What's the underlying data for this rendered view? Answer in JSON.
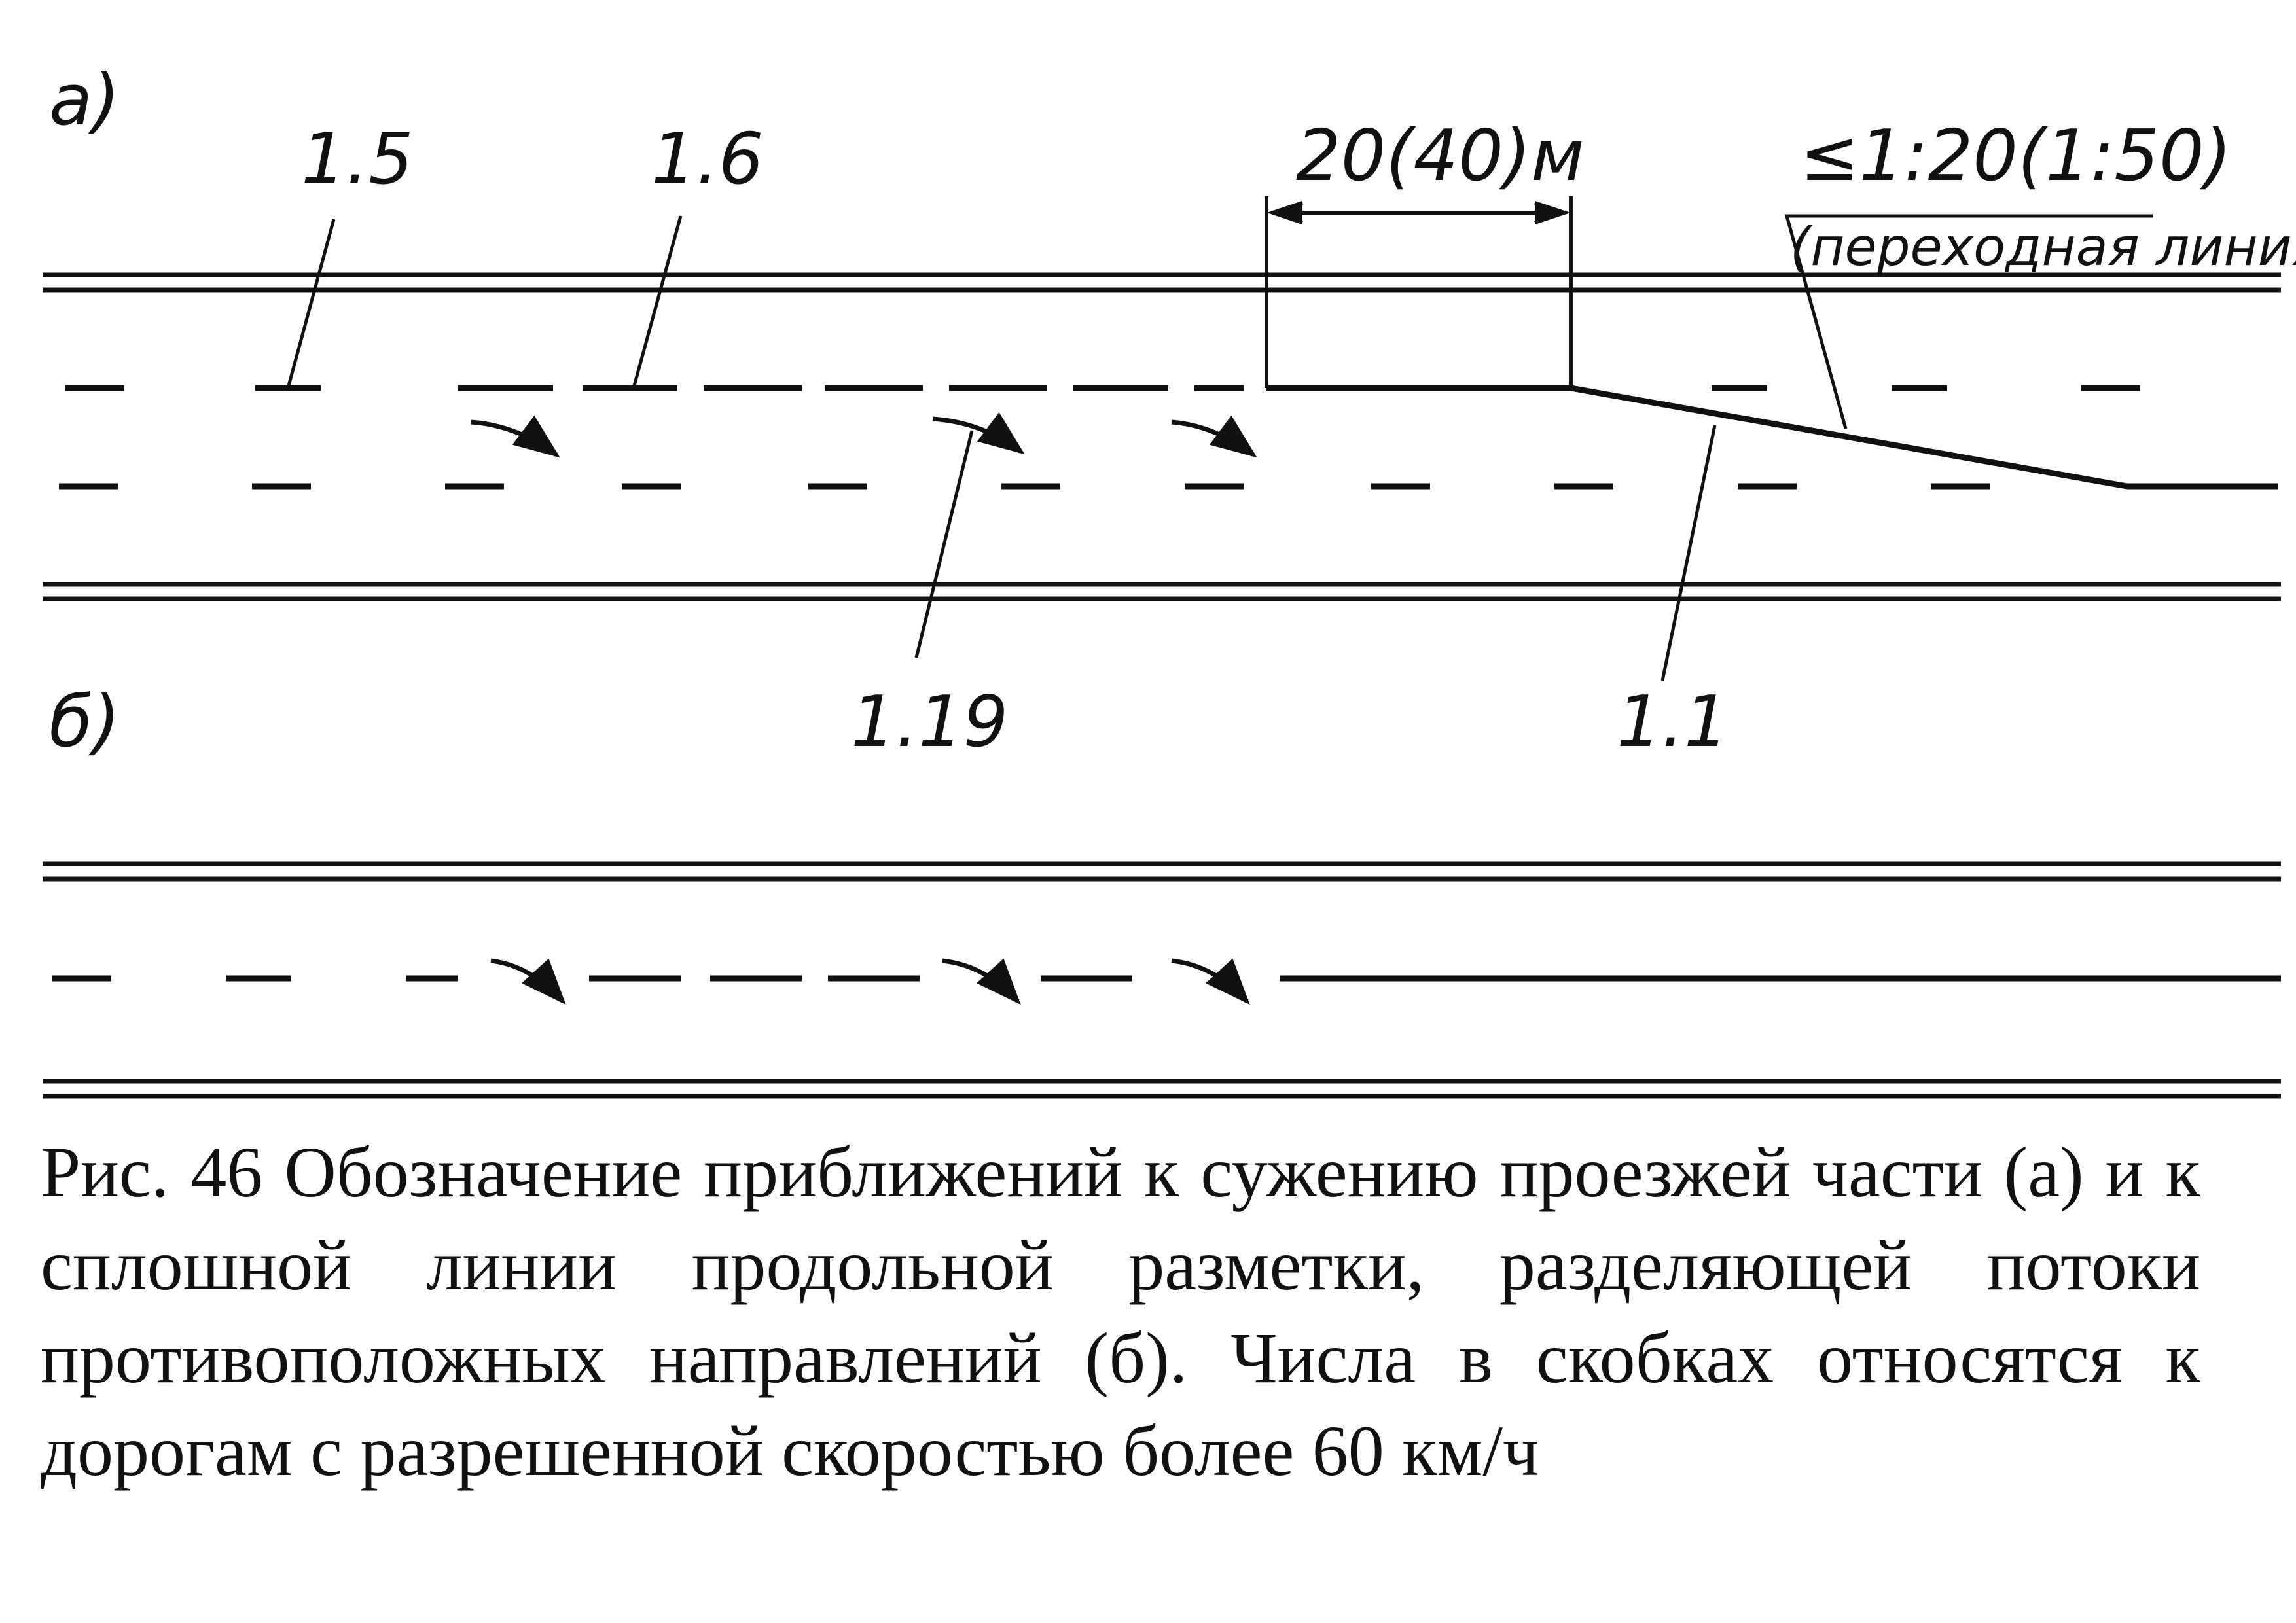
{
  "panel_a": {
    "tag": "а)",
    "labels": {
      "marking_1_5": "1.5",
      "marking_1_6": "1.6",
      "marking_1_19": "1.19",
      "marking_1_1": "1.1"
    },
    "dimension": "20(40)м",
    "taper_ratio": "≤1:20(1:50)",
    "taper_note": "(переходная линия)"
  },
  "panel_b": {
    "tag": "б)"
  },
  "caption": "Рис. 46 Обозначение приближений к сужению проезжей части (а) и к сплошной линии продольной разметки, разделяющей потоки противоположных направлений (б). Числа в скобках относятся к дорогам с разрешенной скоростью более 60 км/ч"
}
